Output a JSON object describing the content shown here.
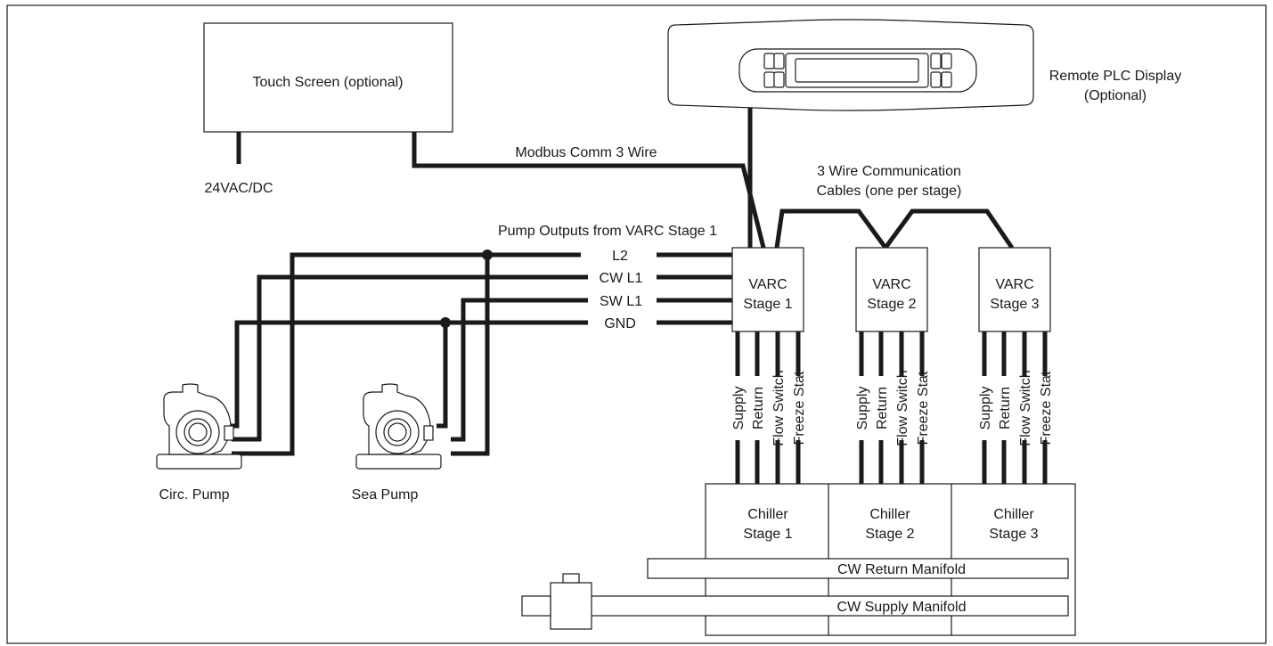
{
  "touch_screen": {
    "label": "Touch Screen (optional)",
    "power_label": "24VAC/DC"
  },
  "remote_display": {
    "line1": "Remote PLC Display",
    "line2": "(Optional)"
  },
  "modbus_label": "Modbus Comm 3 Wire",
  "comm_cables": {
    "line1": "3 Wire Communication",
    "line2": "Cables (one per stage)"
  },
  "pump_outputs": {
    "title": "Pump Outputs from VARC Stage 1",
    "wires": [
      "L2",
      "CW L1",
      "SW L1",
      "GND"
    ]
  },
  "varc_stages": [
    {
      "line1": "VARC",
      "line2": "Stage 1"
    },
    {
      "line1": "VARC",
      "line2": "Stage 2"
    },
    {
      "line1": "VARC",
      "line2": "Stage 3"
    }
  ],
  "sensor_labels": [
    "Supply",
    "Return",
    "Flow Switch",
    "Freeze Stat"
  ],
  "chiller_stages": [
    {
      "line1": "Chiller",
      "line2": "Stage 1"
    },
    {
      "line1": "Chiller",
      "line2": "Stage 2"
    },
    {
      "line1": "Chiller",
      "line2": "Stage 3"
    }
  ],
  "manifolds": {
    "return": "CW Return Manifold",
    "supply": "CW Supply Manifold"
  },
  "pumps": {
    "circ": "Circ. Pump",
    "sea": "Sea Pump"
  }
}
